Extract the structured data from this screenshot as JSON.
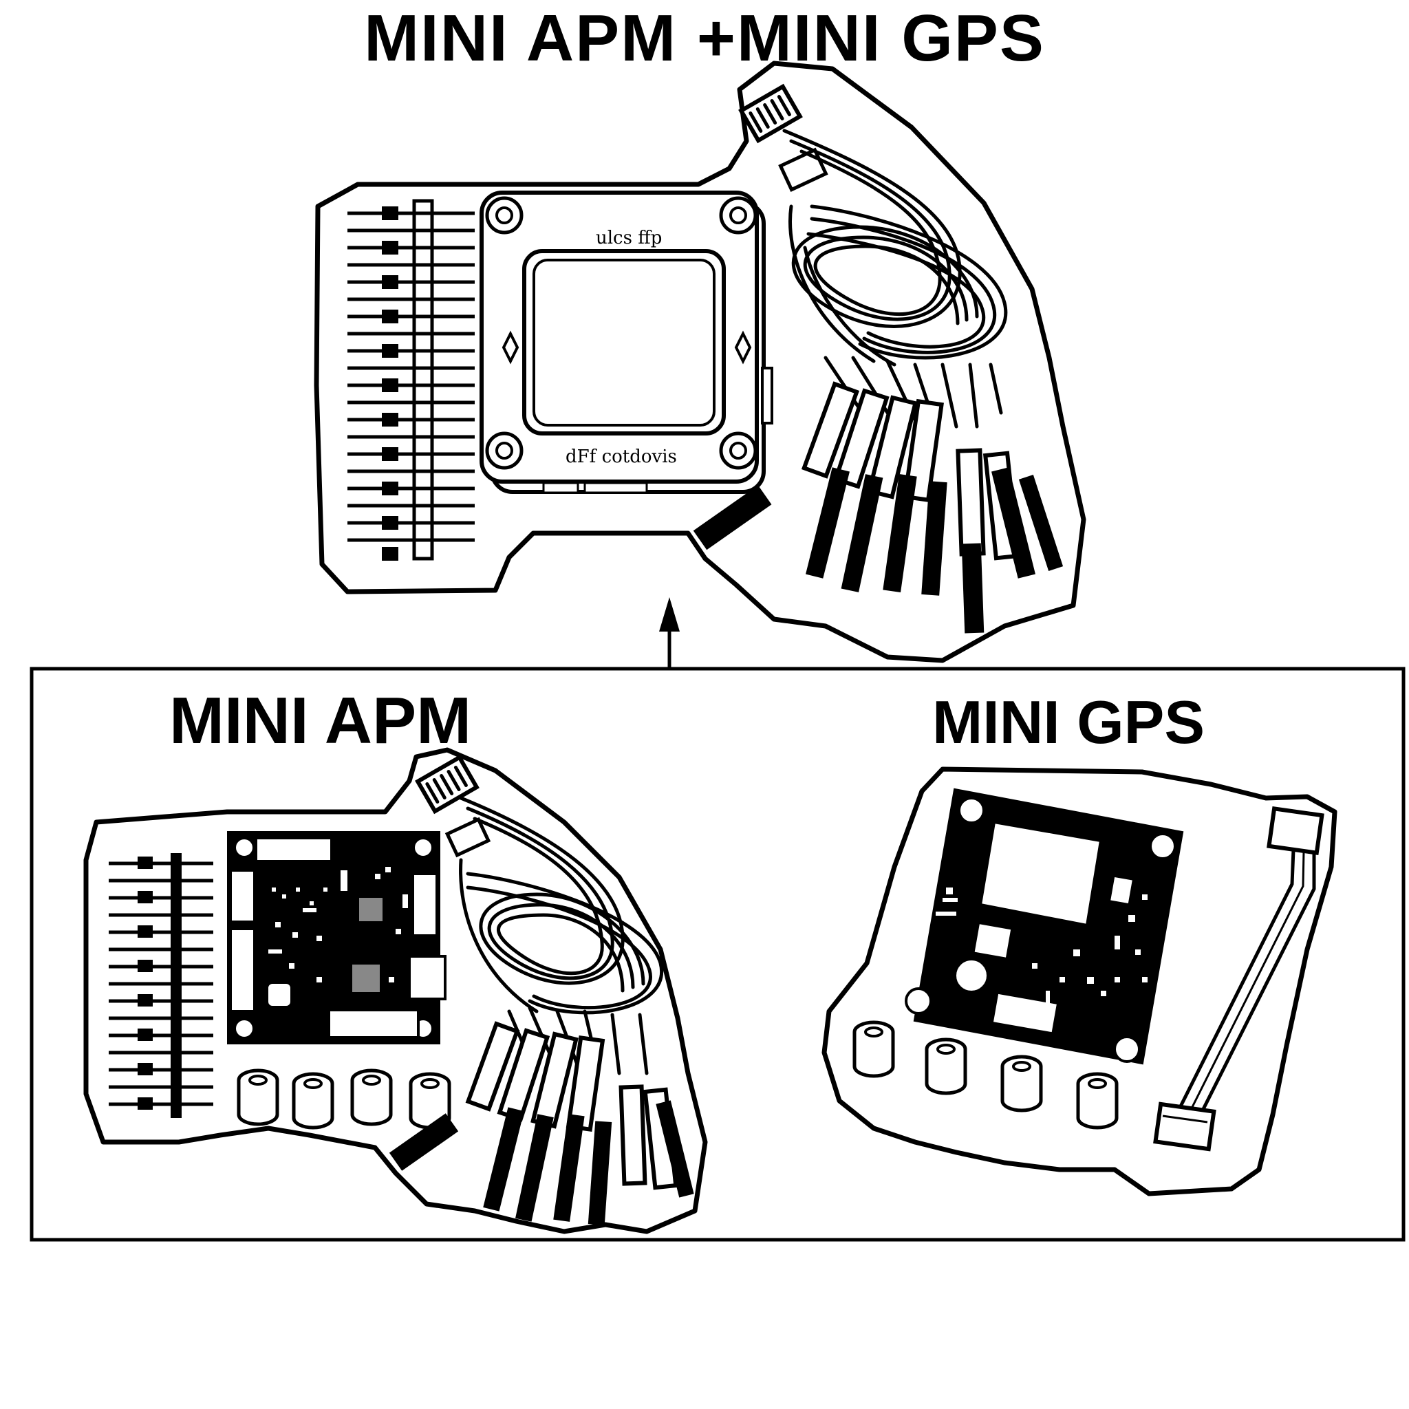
{
  "title": "MINI APM +MINI GPS",
  "panels": {
    "apm": {
      "label": "MINI APM"
    },
    "gps": {
      "label": "MINI GPS"
    }
  },
  "assembly": {
    "silkscreen_top": "ulcs ffp",
    "silkscreen_bottom": "dFf cotdovis"
  },
  "colors": {
    "ink": "#000000",
    "paper": "#ffffff"
  },
  "icons": {
    "arrow": "arrow-up-icon",
    "cable": "cable-harness-icon",
    "connector": "jst-connector-icon",
    "mount": "mounting-hole-icon"
  }
}
